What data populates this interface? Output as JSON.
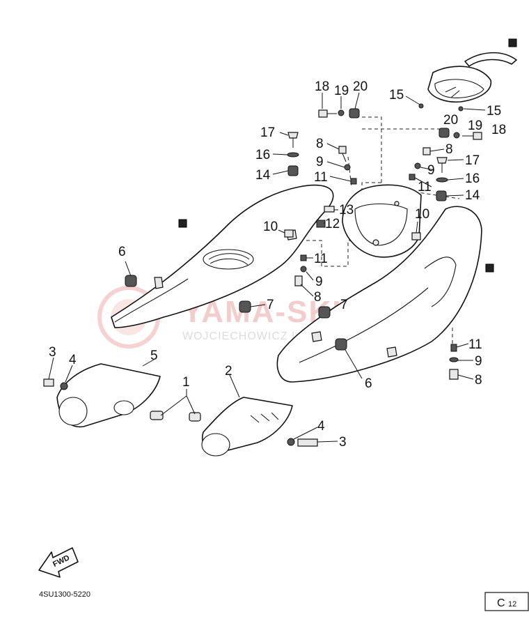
{
  "callouts": {
    "c18a": "18",
    "c19a": "19",
    "c20a": "20",
    "c15a": "15",
    "c15b": "15",
    "c20b": "20",
    "c19b": "19",
    "c18b": "18",
    "c17a": "17",
    "c16a": "16",
    "c14a": "14",
    "c8a": "8",
    "c9a": "9",
    "c11a": "11",
    "c8b": "8",
    "c9b": "9",
    "c11b": "11",
    "c17b": "17",
    "c16b": "16",
    "c14b": "14",
    "c13": "13",
    "c12": "12",
    "c10a": "10",
    "c10b": "10",
    "c11c": "11",
    "c9c": "9",
    "c8c": "8",
    "c6a": "6",
    "c7a": "7",
    "c7b": "7",
    "c6b": "6",
    "c11d": "11",
    "c9d": "9",
    "c8d": "8",
    "c3a": "3",
    "c4a": "4",
    "c5": "5",
    "c1": "1",
    "c2": "2",
    "c4b": "4",
    "c3b": "3"
  },
  "watermark": {
    "brand": "YAMA-SKLEP.PL",
    "subline": "WOJCIECHOWICZ | SERWIS YAMAHA"
  },
  "footer": {
    "diagram_code": "4SU1300-5220",
    "fwd_label": "FWD",
    "page_id_letter": "C",
    "page_id_number": "12"
  }
}
